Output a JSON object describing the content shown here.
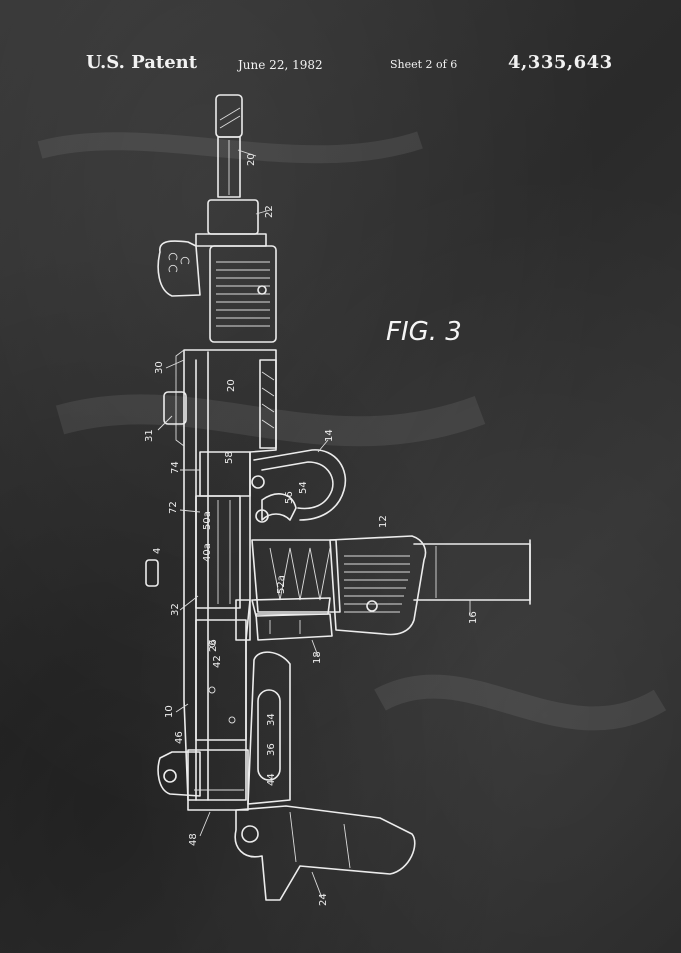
{
  "header": {
    "left": "U.S. Patent",
    "date": "June 22, 1982",
    "sheet": "Sheet 2 of 6",
    "patent_number": "4,335,643"
  },
  "figure": {
    "label": "FIG. 3"
  },
  "refs": {
    "r20a": "20",
    "r22": "22",
    "r30": "30",
    "r20b": "20",
    "r31": "31",
    "r14": "14",
    "r74": "74",
    "r58": "58",
    "r72": "72",
    "r56": "56",
    "r54": "54",
    "r50a": "50a",
    "r12": "12",
    "r4": "4",
    "r40a": "40a",
    "r52a": "52a",
    "r32": "32",
    "r16": "16",
    "r26": "26",
    "r18": "18",
    "r42": "42",
    "r10": "10",
    "r34": "34",
    "r46": "46",
    "r36": "36",
    "r44": "44",
    "r48": "48",
    "r24": "24"
  }
}
